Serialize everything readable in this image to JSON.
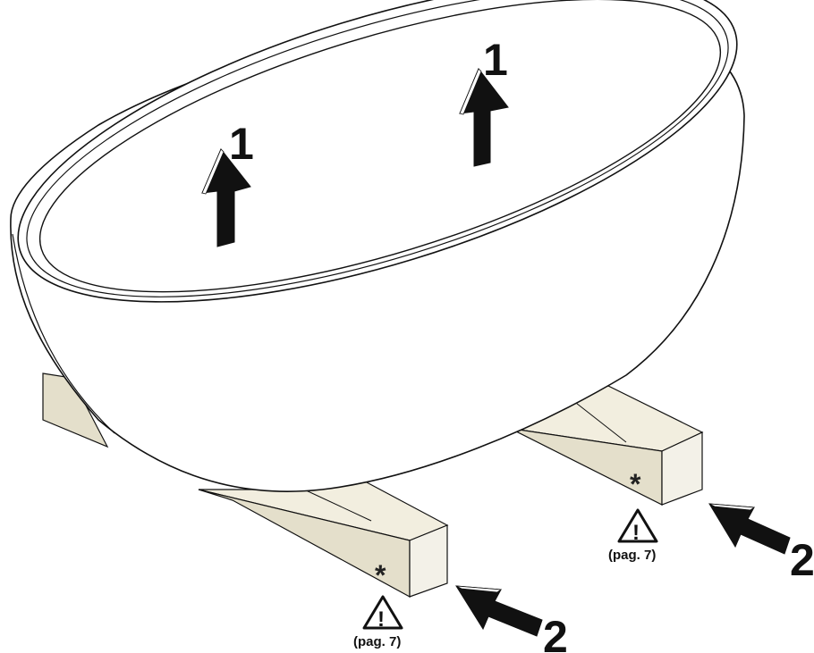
{
  "steps": {
    "lift": "1",
    "push": "2"
  },
  "warning": {
    "mark": "!",
    "page_ref": "(pag. 7)"
  },
  "block_mark": "*",
  "colors": {
    "wood_top": "#f2eedf",
    "wood_side": "#e4dfcb",
    "wood_end": "#f3f1e8",
    "tub_fill": "#ffffff",
    "line": "#111111",
    "arrow": "#111111"
  },
  "icons": [
    "up-arrow-icon",
    "diagonal-arrow-icon",
    "warning-triangle-icon"
  ]
}
